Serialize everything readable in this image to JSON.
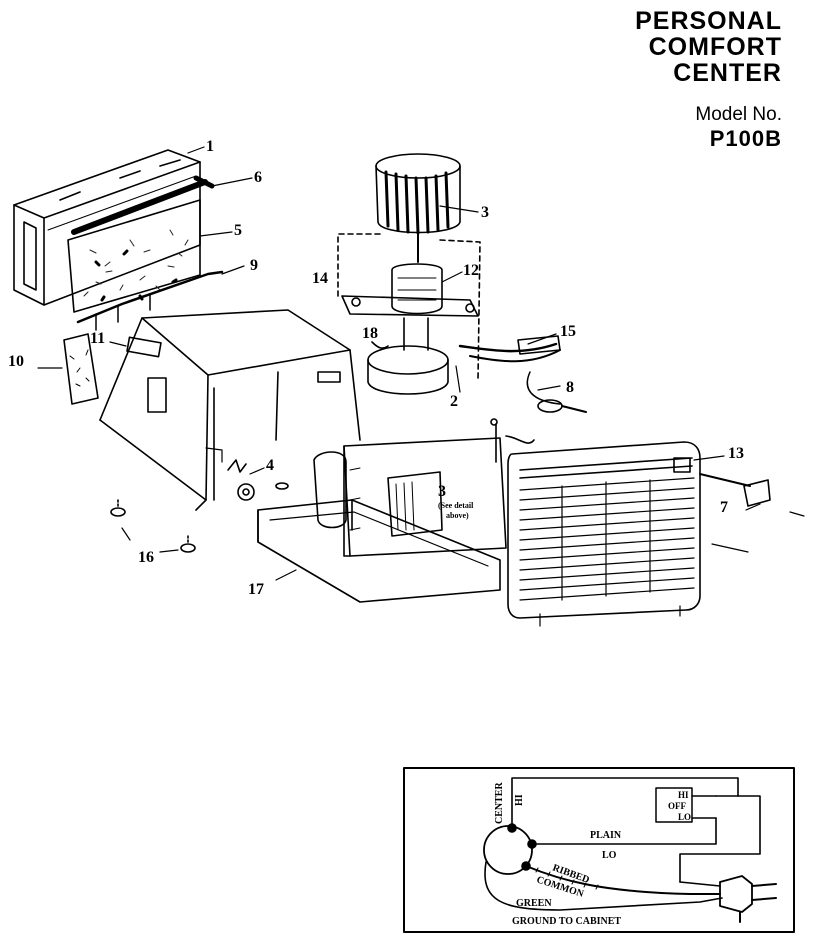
{
  "title": {
    "lines": [
      "PERSONAL",
      "COMFORT",
      "CENTER"
    ],
    "model_label": "Model No.",
    "model_number": "P100B"
  },
  "callouts": {
    "c1": "1",
    "c2": "2",
    "c3": "3",
    "c3b": "3",
    "c4": "4",
    "c5": "5",
    "c6": "6",
    "c7": "7",
    "c8": "8",
    "c9": "9",
    "c10": "10",
    "c11": "11",
    "c12": "12",
    "c13": "13",
    "c14": "14",
    "c15": "15",
    "c16": "16",
    "c17": "17",
    "c18": "18"
  },
  "note": {
    "line1": "(See detail",
    "line2": "above)"
  },
  "wiring": {
    "center": "CENTER",
    "hi_wire": "HI",
    "switch_hi": "HI",
    "switch_off": "OFF",
    "switch_lo": "LO",
    "plain": "PLAIN",
    "lo_wire": "LO",
    "ribbed": "RIBBED",
    "common": "COMMON",
    "green": "GREEN",
    "ground": "GROUND TO CABINET"
  }
}
